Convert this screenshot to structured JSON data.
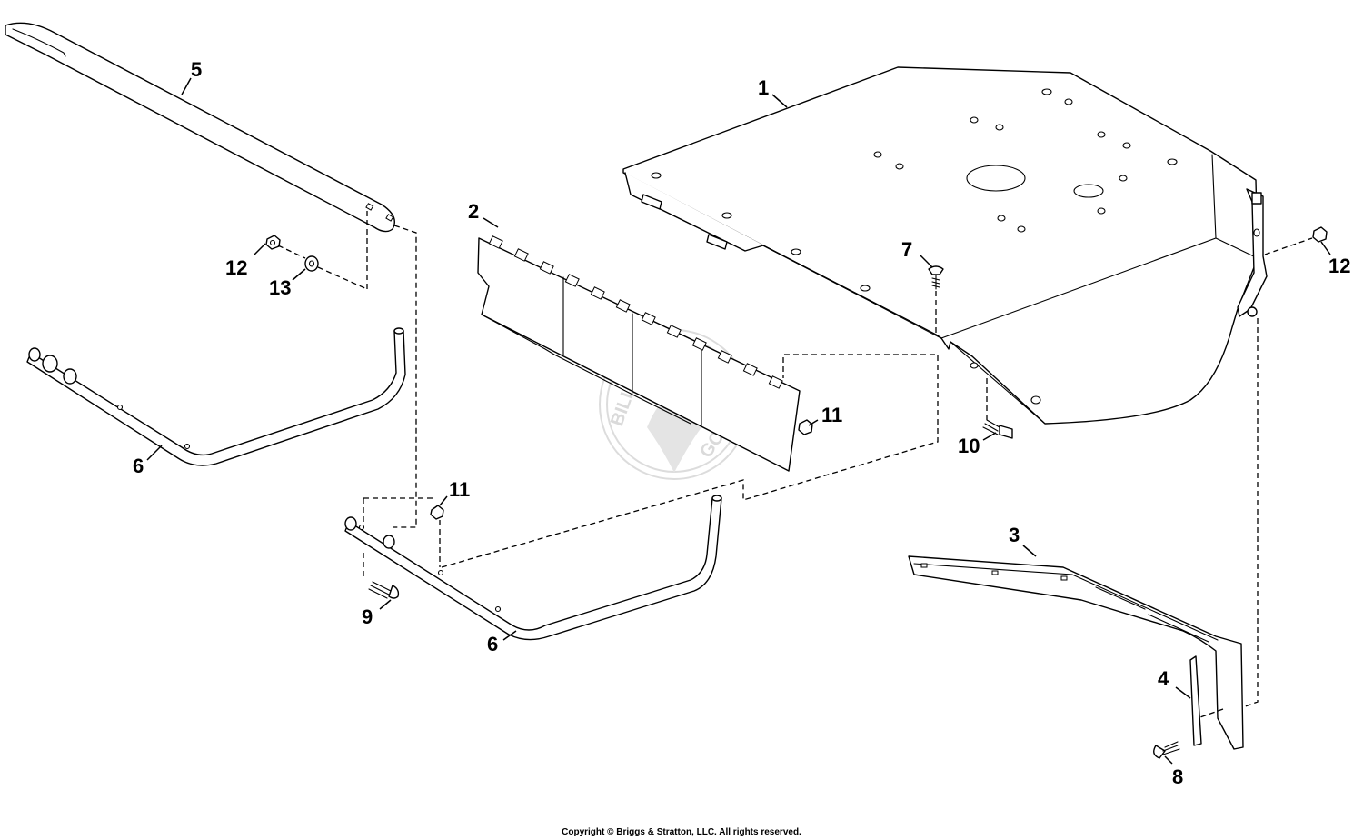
{
  "callouts": [
    {
      "id": "1",
      "label": "1"
    },
    {
      "id": "2",
      "label": "2"
    },
    {
      "id": "3",
      "label": "3"
    },
    {
      "id": "4",
      "label": "4"
    },
    {
      "id": "5",
      "label": "5"
    },
    {
      "id": "6a",
      "label": "6"
    },
    {
      "id": "6b",
      "label": "6"
    },
    {
      "id": "7",
      "label": "7"
    },
    {
      "id": "8",
      "label": "8"
    },
    {
      "id": "9",
      "label": "9"
    },
    {
      "id": "10",
      "label": "10"
    },
    {
      "id": "11a",
      "label": "11"
    },
    {
      "id": "11b",
      "label": "11"
    },
    {
      "id": "12a",
      "label": "12"
    },
    {
      "id": "12b",
      "label": "12"
    },
    {
      "id": "13",
      "label": "13"
    }
  ],
  "watermark": {
    "text_left": "BILLY",
    "text_right": "GOAT"
  },
  "copyright": "Copyright © Briggs & Stratton, LLC. All rights reserved."
}
